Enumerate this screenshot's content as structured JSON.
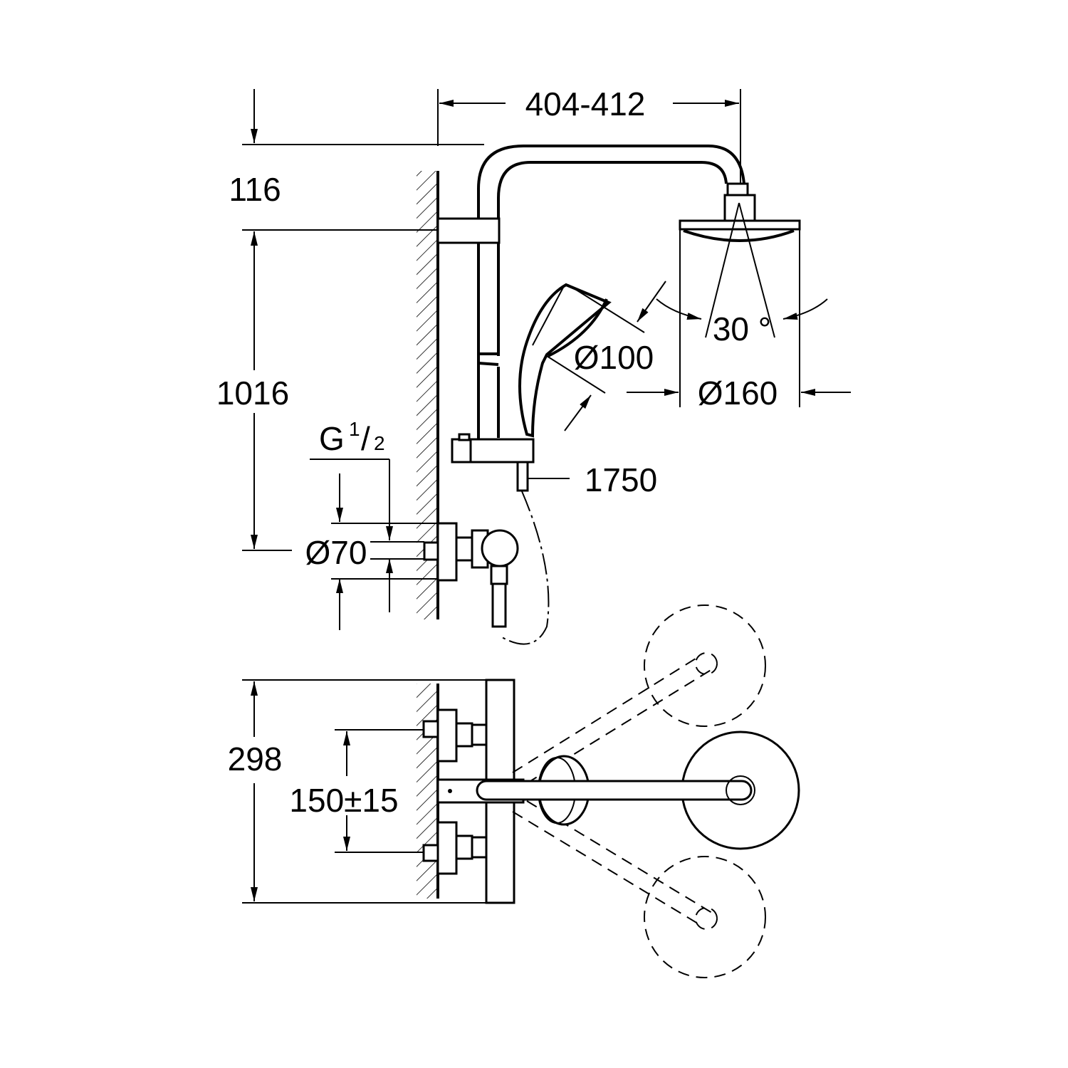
{
  "drawing": {
    "side_view": {
      "width_range": "404-412",
      "arm_height": "116",
      "rail_height": "1016",
      "thread_letter": "G",
      "thread_numerator": "1",
      "thread_slash": "/",
      "thread_denominator": "2",
      "rosette_diameter": "Ø70",
      "hand_shower_diameter": "Ø100",
      "head_shower_diameter": "Ø160",
      "spray_angle": "30 °",
      "hose_length": "1750"
    },
    "top_view": {
      "depth": "298",
      "inlet_spacing": "150±15"
    }
  }
}
